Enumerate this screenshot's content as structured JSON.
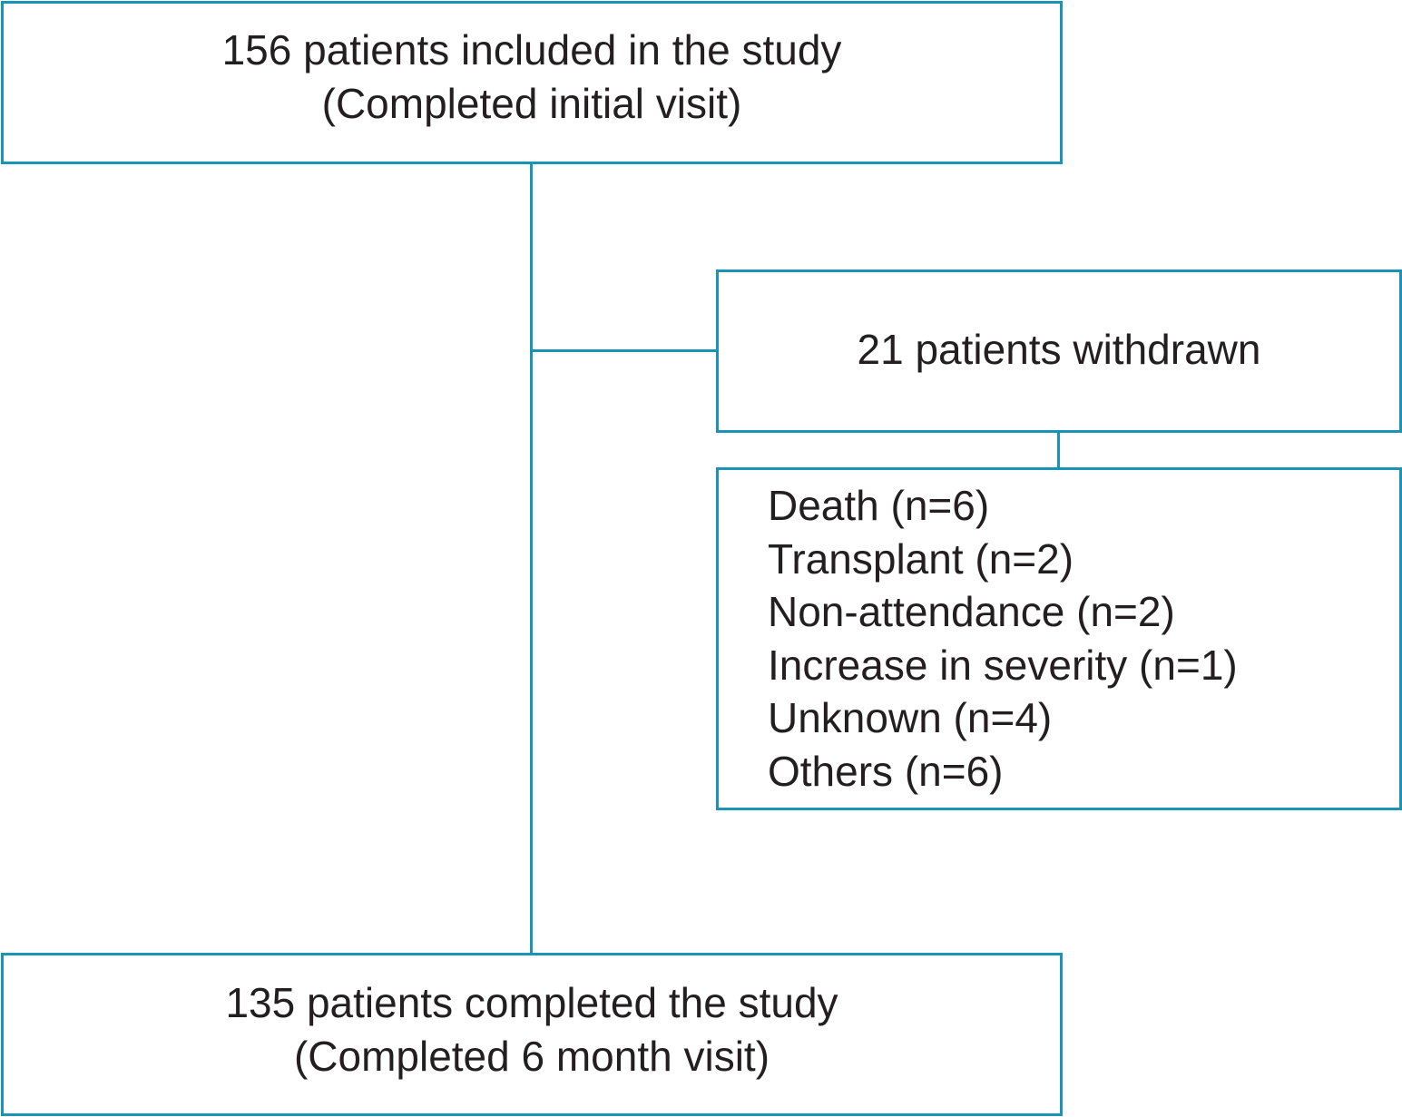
{
  "top_box": {
    "line1": "156 patients included in the study",
    "line2": "(Completed initial visit)"
  },
  "withdrawn_box": {
    "line1": "21 patients withdrawn"
  },
  "reasons_box": {
    "items": [
      "Death (n=6)",
      "Transplant (n=2)",
      "Non-attendance (n=2)",
      "Increase in severity (n=1)",
      "Unknown (n=4)",
      "Others (n=6)"
    ]
  },
  "bottom_box": {
    "line1": "135 patients completed the study",
    "line2": "(Completed 6 month visit)"
  },
  "colors": {
    "border": "#1a93b8",
    "text": "#231f20"
  }
}
